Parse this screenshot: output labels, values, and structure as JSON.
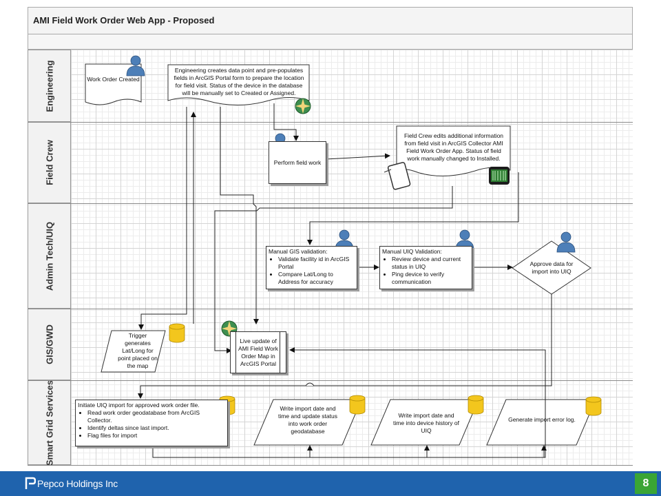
{
  "title": "AMI Field Work Order Web App - Proposed",
  "lanes": [
    {
      "id": "engineering",
      "label": "Engineering"
    },
    {
      "id": "field-crew",
      "label": "Field Crew"
    },
    {
      "id": "admin-tech",
      "label": "Admin Tech/UIQ"
    },
    {
      "id": "gis-gwd",
      "label": "GIS/GWD"
    },
    {
      "id": "smart-grid",
      "label": "Smart Grid Services"
    }
  ],
  "nodes": {
    "work_order_created": "Work Order Created",
    "engineering_creates": "Engineering creates data point and pre-populates fields in ArcGIS Portal form to prepare the location for field visit. Status of the device in the database will be manually set to Created or Assigned.",
    "perform_field_work": "Perform field work",
    "field_crew_edits": "Field Crew edits additional information from field visit in ArcGIS Collector AMI Field Work Order App.  Status of field work manually changed to Installed.",
    "manual_gis": {
      "title": "Manual GIS validation:",
      "items": [
        "Validate facility id in ArcGIS Portal",
        "Compare Lat/Long to Address for accuracy"
      ]
    },
    "manual_uiq": {
      "title": "Manual UIQ Validation:",
      "items": [
        "Review device and current status in UIQ",
        "Ping device to verify communication"
      ]
    },
    "approve_data": "Approve data for import into UIQ",
    "trigger": "Trigger generates Lat/Long for point placed on the map",
    "live_update": "Live update of AMI Field Work Order Map in ArcGIS Portal",
    "initiate_import": {
      "title": "Initiate UIQ import for approved work order file.",
      "items": [
        "Read work order geodatabase from ArcGIS Collector.",
        "Identify deltas since last import.",
        "Flag files for import"
      ]
    },
    "write_import_status": "Write import date and time and update status into work order geodatabase",
    "write_import_history": "Write import date and time into device history of UIQ",
    "generate_error_log": "Generate import error log."
  },
  "footer": {
    "company": "Pepco Holdings Inc",
    "page_number": "8"
  },
  "colors": {
    "footer_blue": "#1f63ad",
    "page_badge_green": "#3aa535",
    "person_icon_blue": "#4d7fb8",
    "database_icon_yellow": "#f3c61d"
  }
}
